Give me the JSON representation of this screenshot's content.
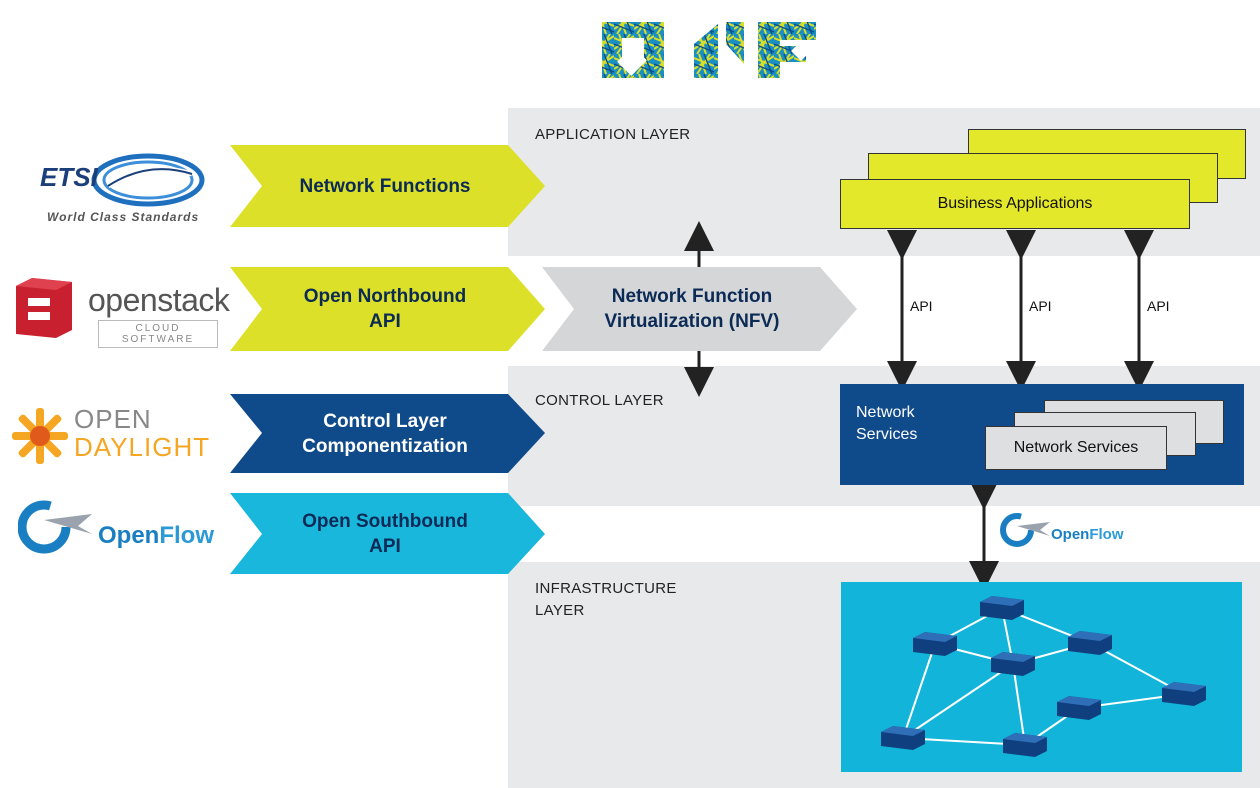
{
  "onf_logo": {
    "letters": "ONF",
    "colors": [
      "#1a8fc2",
      "#d7df2b",
      "#0d4e87"
    ]
  },
  "layers": {
    "application": "APPLICATION LAYER",
    "control": "CONTROL LAYER",
    "infrastructure_line1": "INFRASTRUCTURE",
    "infrastructure_line2": "LAYER"
  },
  "left_arrows": [
    {
      "line1": "Network Functions",
      "line2": "",
      "color": "#dce028",
      "text_color": "#0b2a55"
    },
    {
      "line1": "Open Northbound",
      "line2": "API",
      "color": "#dce028",
      "text_color": "#0b2a55"
    },
    {
      "line1": "Control Layer",
      "line2": "Componentization",
      "color": "#0f4a8a",
      "text_color": "#ffffff"
    },
    {
      "line1": "Open Southbound",
      "line2": "API",
      "color": "#1ab7dd",
      "text_color": "#0b2a55"
    }
  ],
  "nfv_arrow": {
    "line1": "Network Function",
    "line2": "Virtualization (NFV)",
    "color": "#d4d6d8"
  },
  "logos": {
    "etsi": {
      "name": "ETSI",
      "tagline": "World Class Standards"
    },
    "openstack": {
      "name": "openstack",
      "tagline": "CLOUD SOFTWARE"
    },
    "opendaylight": {
      "line1": "OPEN",
      "line2": "DAYLIGHT"
    },
    "openflow": {
      "open": "Open",
      "flow": "Flow"
    }
  },
  "business_apps": {
    "label": "Business Applications",
    "color": "#e4e82a"
  },
  "api_labels": [
    "API",
    "API",
    "API"
  ],
  "network_services": {
    "box_label_line1": "Network",
    "box_label_line2": "Services",
    "card_label": "Network Services",
    "color": "#0f4a8a"
  },
  "infrastructure": {
    "color": "#12b5d9"
  }
}
